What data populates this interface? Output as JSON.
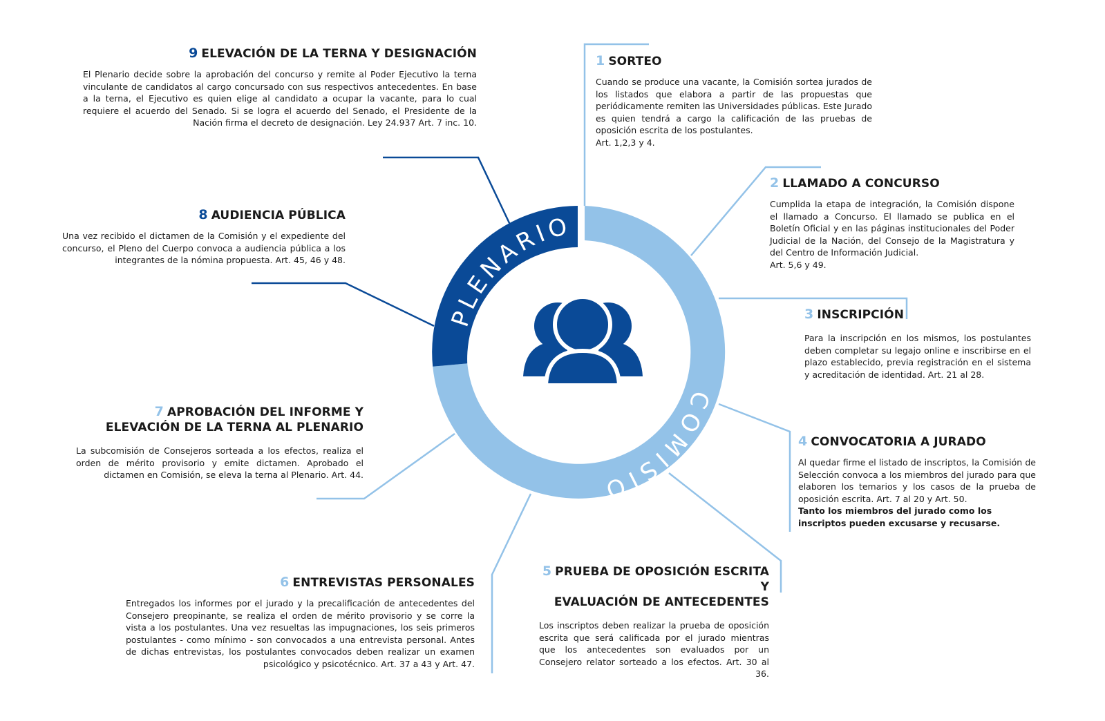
{
  "colors": {
    "plenario": "#0a4a97",
    "comision": "#93c2e8",
    "icon": "#0a4a97",
    "line_dark": "#0a4a97",
    "line_light": "#93c2e8"
  },
  "ring": {
    "plenario_label": "PLENARIO",
    "comision_label": "COMISIÓN",
    "center_icon": "users-group-icon"
  },
  "steps": [
    {
      "num": "1",
      "title": "SORTEO",
      "desc": "Cuando se produce una vacante, la Comisión sortea jurados de los listados que elabora a partir de las propuestas que periódicamente remiten las Universidades públicas. Este Jurado es quien tendrá a cargo la calificación de las pruebas de oposición escrita de los postulantes.",
      "art": "Art. 1,2,3 y 4."
    },
    {
      "num": "2",
      "title": "LLAMADO A CONCURSO",
      "desc": "Cumplida la etapa de integración, la Comisión dispone el llamado a Concurso. El llamado se publica en el Boletín Oficial y en las páginas institucionales del Poder Judicial de la Nación, del Consejo de la Magistratura y del Centro de Información Judicial.",
      "art": "Art. 5,6 y 49."
    },
    {
      "num": "3",
      "title": "INSCRIPCIÓN",
      "desc": "Para la inscripción en los mismos, los postulantes deben completar su legajo online e inscribirse en el plazo establecido, previa registración en el sistema y acreditación de identidad.",
      "art": "Art. 21 al 28."
    },
    {
      "num": "4",
      "title": "CONVOCATORIA A JURADO",
      "desc": "Al quedar firme el listado de inscriptos, la Comisión de Selección convoca a los miembros del jurado para que elaboren los temarios y los casos de la prueba de oposición escrita.",
      "art": "Art. 7 al 20 y Art. 50.",
      "extra": "Tanto los miembros del jurado como los inscriptos pueden excusarse y recusarse."
    },
    {
      "num": "5",
      "title": "PRUEBA DE OPOSICIÓN ESCRITA Y",
      "title2": "EVALUACIÓN DE ANTECEDENTES",
      "desc": "Los inscriptos deben realizar la prueba de oposición escrita que será calificada por el jurado mientras que los antecedentes son evaluados por un Consejero relator sorteado a los efectos.",
      "art": "Art. 30 al 36."
    },
    {
      "num": "6",
      "title": "ENTREVISTAS PERSONALES",
      "desc": "Entregados los informes por el jurado y la precalificación de antecedentes del Consejero preopinante, se realiza el orden de mérito provisorio y se corre la vista a los postulantes. Una vez resueltas las impugnaciones, los seis primeros postulantes - como mínimo - son convocados a una entrevista personal. Antes de dichas entrevistas, los postulantes convocados deben realizar un examen psicológico y psicotécnico.",
      "art": "Art. 37 a 43 y Art. 47."
    },
    {
      "num": "7",
      "title": "APROBACIÓN DEL INFORME Y",
      "title2": "ELEVACIÓN DE LA TERNA AL PLENARIO",
      "desc": "La subcomisión de Consejeros sorteada a los efectos, realiza el orden de mérito provisorio y emite dictamen. Aprobado el dictamen en Comisión, se eleva la terna al Plenario.",
      "art": "Art. 44."
    },
    {
      "num": "8",
      "title": "AUDIENCIA PÚBLICA",
      "desc": "Una vez recibido el dictamen de la Comisión y el expediente del concurso, el Pleno del Cuerpo convoca a audiencia pública a los integrantes de la nómina propuesta.",
      "art": "Art. 45, 46 y 48."
    },
    {
      "num": "9",
      "title": "ELEVACIÓN DE LA TERNA Y DESIGNACIÓN",
      "desc": "El Plenario decide sobre la aprobación del concurso y remite al Poder Ejecutivo la terna vinculante de candidatos al cargo concursado con sus respectivos antecedentes. En base a la terna, el Ejecutivo es quien elige al candidato a ocupar la vacante, para lo cual requiere el acuerdo del Senado. Si se logra el acuerdo del Senado, el Presidente de la Nación firma el decreto de designación.",
      "art": "Ley 24.937 Art. 7 inc. 10."
    }
  ]
}
